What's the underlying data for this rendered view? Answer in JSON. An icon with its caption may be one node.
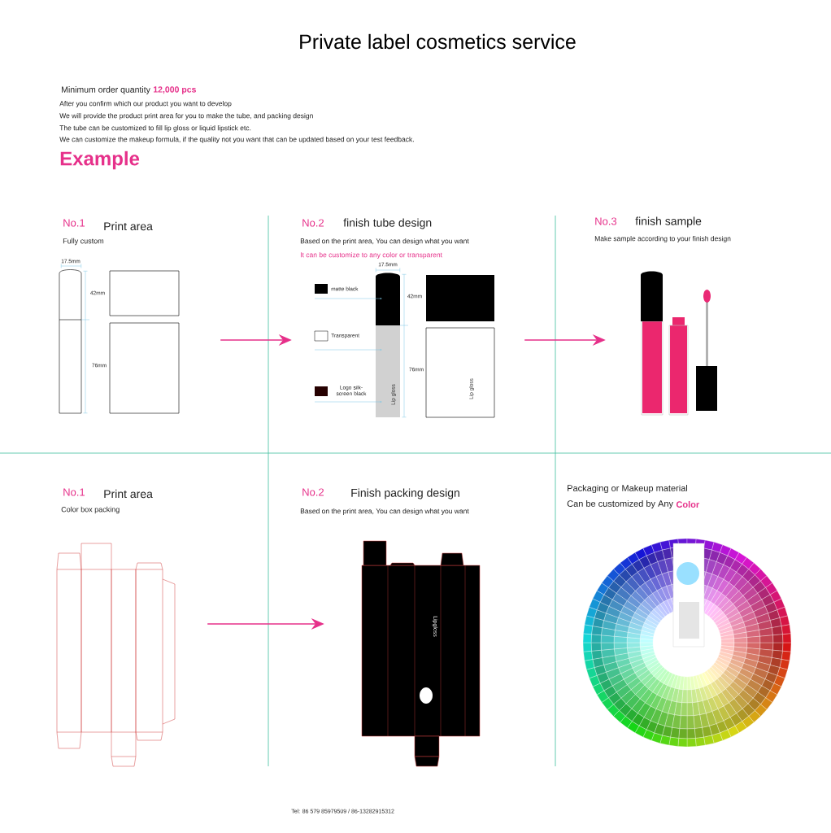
{
  "diagram": {
    "title": "Private label cosmetics service",
    "nodes": [
      {
        "text": [],
        "shape": "picture"
      },
      {
        "text": [],
        "shape": "picture"
      },
      {
        "text": [],
        "shape": "picture"
      },
      {
        "text": [],
        "shape": "picture"
      },
      {
        "text": [],
        "shape": "picture"
      },
      {
        "text": [],
        "shape": "picture"
      }
    ],
    "edges": [
      {
        "from": 0,
        "to": 1,
        "arrow": "to"
      },
      {
        "from": 1,
        "to": 2,
        "arrow": "to"
      },
      {
        "from": 3,
        "to": 4,
        "arrow": "to"
      }
    ],
    "labels": [
      "Minimum order quantity",
      "12,000 pcs",
      "After you confirm which our product you want to develop",
      "We will provide the product print area for you to make the tube, and packing design",
      "The tube can be customized to fill lip gloss or liquid lipstick etc.",
      "We can customize the makeup formula, if the quality not you want that can be updated based on your test feedback.",
      "Example",
      "No.1",
      "Print area",
      "Fully custom",
      "No.2",
      "finish tube design",
      "Based on the print area, You can design what you want",
      "It can be customize to any color or transparent",
      "No.3",
      "finish sample",
      "Make sample according to your finish design",
      "17.5mm",
      "42mm",
      "76mm",
      "17.5mm",
      "matte black",
      "Transparent",
      "Logo silk-screen black",
      "42mm",
      "76mm",
      "No.1",
      "Print area",
      "Color box packing",
      "No.2",
      "Finish packing design",
      "Based on the print area, You can design what you want",
      "Packaging or Makeup material",
      "Can be customized by Any",
      "Color",
      "Lip gloss",
      "Lip gloss",
      "Lipgloss",
      "Tel: 86 579 85979509 / 86-13282915312"
    ]
  }
}
